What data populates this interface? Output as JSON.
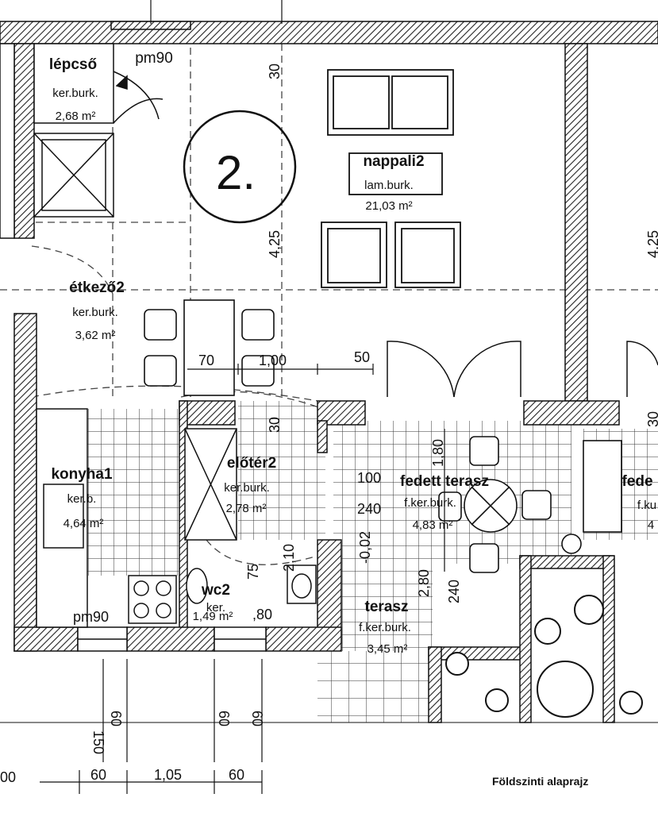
{
  "title": "Földszinti alaprajz",
  "rooms": {
    "lepcso": {
      "name": "lépcső",
      "finish": "ker.burk.",
      "area": "2,68 m²",
      "note": "pm90"
    },
    "nappali": {
      "name": "nappali2",
      "finish": "lam.burk.",
      "area": "21,03 m²",
      "tag": "2."
    },
    "etkezo": {
      "name": "étkező2",
      "finish": "ker.burk.",
      "area": "3,62 m²"
    },
    "konyha": {
      "name": "konyha1",
      "finish": "ker.b.",
      "area": "4,64 m²"
    },
    "eloter": {
      "name": "előtér2",
      "finish": "ker.burk.",
      "area": "2,78 m²"
    },
    "fedett": {
      "name": "fedett terasz",
      "finish": "f.ker.burk.",
      "area": "4,83 m²"
    },
    "wc": {
      "name": "wc2",
      "finish": "ker.",
      "area": "1,49 m²"
    },
    "terasz": {
      "name": "terasz",
      "finish": "f.ker.burk.",
      "area": "3,45 m²"
    },
    "fede_cut": {
      "name": "fede",
      "finish": "f.ku",
      "area": "4"
    }
  },
  "dimensions": {
    "top_30": "30",
    "h_425_left": "4,25",
    "h_425_right": "4,25",
    "d70": "70",
    "d100": "1,00",
    "d50": "50",
    "d30_mid": "30",
    "d30_right": "30",
    "d180": "1,80",
    "d100_ter": "100",
    "d240_a": "240",
    "d002": "-0,02",
    "d280": "2,80",
    "d240_b": "240",
    "d210": "2,10",
    "d75": "75",
    "d80": ",80",
    "pm90_bottom": "pm90",
    "d150": "150",
    "d60_v1": "60",
    "d60_v2": "60",
    "d60_v3": "60",
    "b00": "00",
    "b60_a": "60",
    "b105": "1,05",
    "b60_b": "60"
  }
}
